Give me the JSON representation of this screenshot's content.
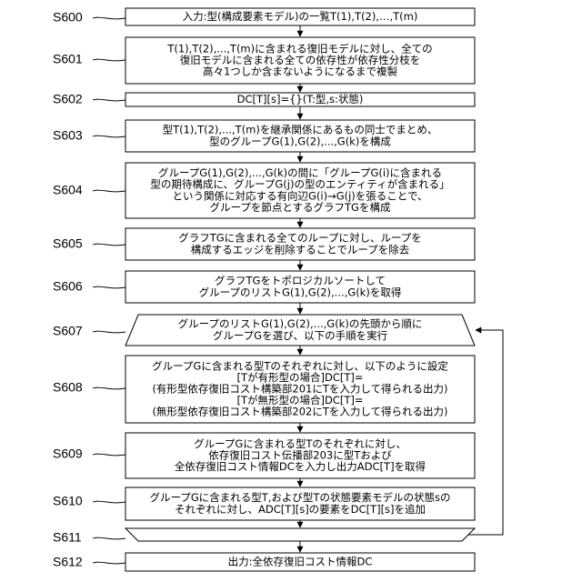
{
  "steps": [
    {
      "id": "S600",
      "lines": [
        "入力:型(構成要素モデル)の一覧T(1),T(2),…,T(m)"
      ]
    },
    {
      "id": "S601",
      "lines": [
        "T(1),T(2),...,T(m)に含まれる復旧モデルに対し、全ての",
        "復旧モデルに含まれる全ての依存性が依存性分枝を",
        "高々1つしか含まないようになるまで複製"
      ]
    },
    {
      "id": "S602",
      "lines": [
        "DC[T][s]={}(T:型,s:状態)"
      ]
    },
    {
      "id": "S603",
      "lines": [
        "型T(1),T(2),...,T(m)を継承関係にあるもの同士でまとめ、",
        "型のグループG(1),G(2),...,G(k)を構成"
      ]
    },
    {
      "id": "S604",
      "lines": [
        "グループG(1),G(2),...,G(k)の間に「グループG(i)に含まれる",
        "型の期待構成に、グループG(j)の型のエンティティが含まれる」",
        "という関係に対応する有向辺G(i)→G(j)を張ることで、",
        "グループを節点とするグラフTGを構成"
      ]
    },
    {
      "id": "S605",
      "lines": [
        "グラフTGに含まれる全てのループに対し、ループを",
        "構成するエッジを削除することでループを除去"
      ]
    },
    {
      "id": "S606",
      "lines": [
        "グラフTGをトポロジカルソートして",
        "グループのリストG(1),G(2),...,G(k)を取得"
      ]
    },
    {
      "id": "S607",
      "lines": [
        "グループのリストG(1),G(2),...,G(k)の先頭から順に",
        "グループGを選び、以下の手順を実行"
      ]
    },
    {
      "id": "S608",
      "lines": [
        "グループGに含まれる型Tのそれぞれに対し、以下のように設定",
        "[Tが有形型の場合]DC[T]=",
        "(有形型依存復旧コスト構築部201にTを入力して得られる出力)",
        "[Tが無形型の場合]DC[T]=",
        "(無形型依存復旧コスト構築部202にTを入力して得られる出力)"
      ]
    },
    {
      "id": "S609",
      "lines": [
        "グループGに含まれる型Tのそれぞれに対し、",
        "依存復旧コスト伝播部203に型Tおよび",
        "全依存復旧コスト情報DCを入力し出力ADC[T]を取得"
      ]
    },
    {
      "id": "S610",
      "lines": [
        "グループGに含まれる型T,および型Tの状態要素モデルの状態sの",
        "それぞれに対し、ADC[T][s]の要素をDC[T][s]を追加"
      ]
    },
    {
      "id": "S611",
      "lines": []
    },
    {
      "id": "S612",
      "lines": [
        "出力:全依存復旧コスト情報DC"
      ]
    }
  ]
}
